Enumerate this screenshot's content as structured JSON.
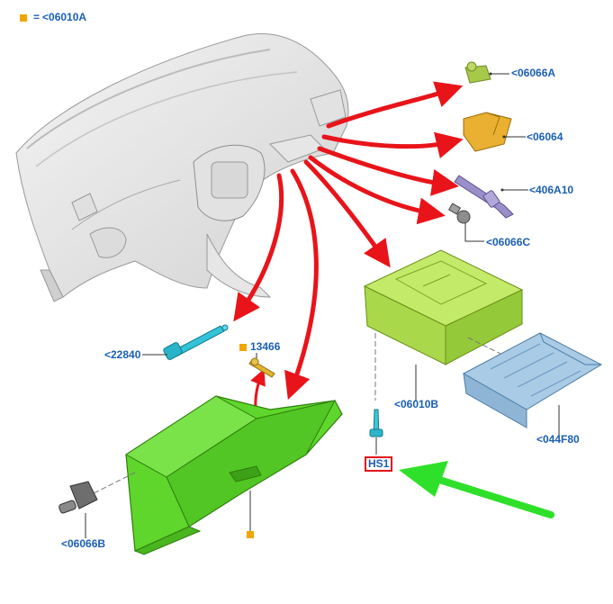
{
  "legend": {
    "symbol": "orange-square-icon",
    "equals": "=",
    "code": "<06010A"
  },
  "callouts": {
    "p06066A": "<06066A",
    "p06064": "<06064",
    "p406A10": "<406A10",
    "p06066C": "<06066C",
    "p22840": "<22840",
    "p13466": "13466",
    "p06010B": "<06010B",
    "p044F80": "<044F80",
    "p06066B": "<06066B",
    "hs1": "HS1"
  },
  "colors": {
    "label_blue": "#1a5fb4",
    "marker_orange": "#f0a500",
    "arrow_red": "#e8141a",
    "arrow_green": "#2ee02a",
    "glovebox_green": "#5fd62c",
    "module_green": "#b6e35a",
    "bracket_blue": "#9fc3e0",
    "highlight_box": "#e0161b"
  }
}
